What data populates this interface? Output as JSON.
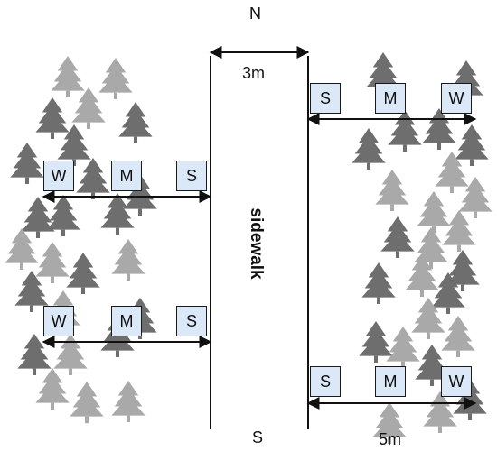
{
  "compass": {
    "north": "N",
    "south": "S"
  },
  "dimensions": {
    "sidewalk_width": "3m",
    "plot_length": "5m"
  },
  "sidewalk_label": "sidewalk",
  "colors": {
    "tree_light": "#a9a9a9",
    "tree_dark": "#6e6e6e",
    "box_fill": "#dbe8f7",
    "line": "#111111"
  },
  "groups": {
    "left_top": [
      "W",
      "M",
      "S"
    ],
    "left_bottom": [
      "W",
      "M",
      "S"
    ],
    "right_top": [
      "S",
      "M",
      "W"
    ],
    "right_bottom": [
      "S",
      "M",
      "W"
    ]
  }
}
